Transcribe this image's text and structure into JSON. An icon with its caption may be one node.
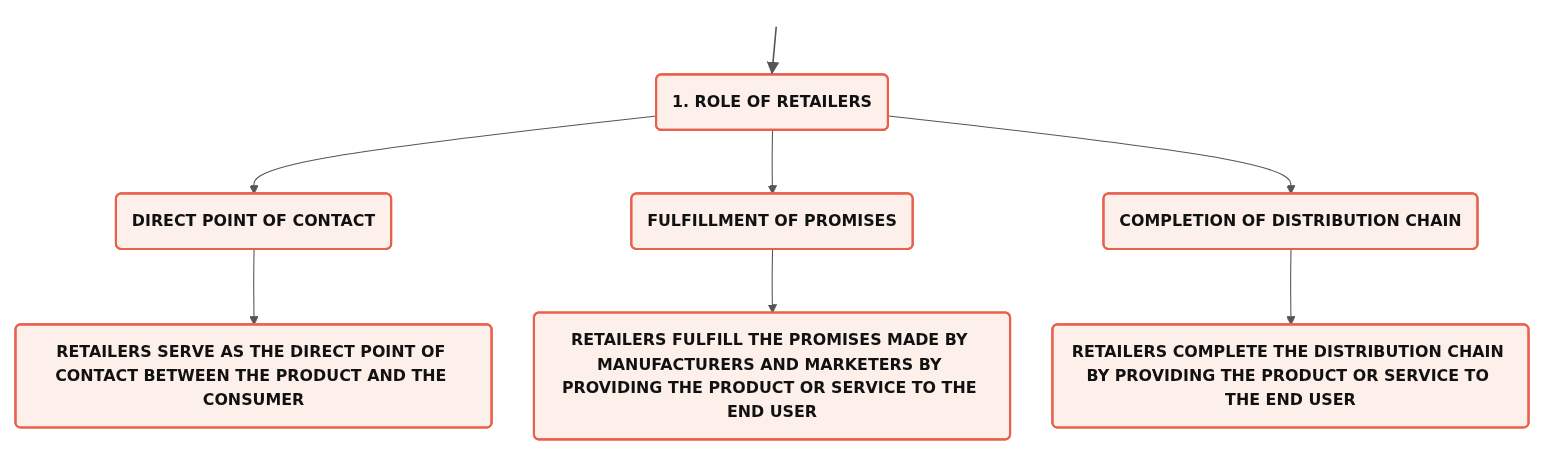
{
  "diagram": {
    "nodes": [
      {
        "text": [
          "1. ROLE OF RETAILERS"
        ]
      },
      {
        "text": [
          "DIRECT POINT OF CONTACT"
        ]
      },
      {
        "text": [
          "FULFILLMENT OF PROMISES"
        ]
      },
      {
        "text": [
          "COMPLETION OF DISTRIBUTION CHAIN"
        ]
      },
      {
        "text": [
          "RETAILERS SERVE AS THE DIRECT POINT OF CONTACT BETWEEN THE PRODUCT AND THE CONSUMER"
        ]
      },
      {
        "text": [
          "RETAILERS FULFILL THE PROMISES MADE BY MANUFACTURERS AND MARKETERS BY PROVIDING THE PRODUCT OR SERVICE TO THE END USER"
        ]
      },
      {
        "text": [
          "RETAILERS COMPLETE THE DISTRIBUTION CHAIN BY PROVIDING THE PRODUCT OR SERVICE TO THE END USER"
        ]
      }
    ],
    "edges": [
      {
        "from": null,
        "to": 0,
        "arrow": "to"
      },
      {
        "from": 0,
        "to": 1,
        "arrow": "to"
      },
      {
        "from": 0,
        "to": 2,
        "arrow": "to"
      },
      {
        "from": 0,
        "to": 3,
        "arrow": "to"
      },
      {
        "from": 1,
        "to": 4,
        "arrow": "to"
      },
      {
        "from": 2,
        "to": 5,
        "arrow": "to"
      },
      {
        "from": 3,
        "to": 6,
        "arrow": "to"
      }
    ]
  }
}
